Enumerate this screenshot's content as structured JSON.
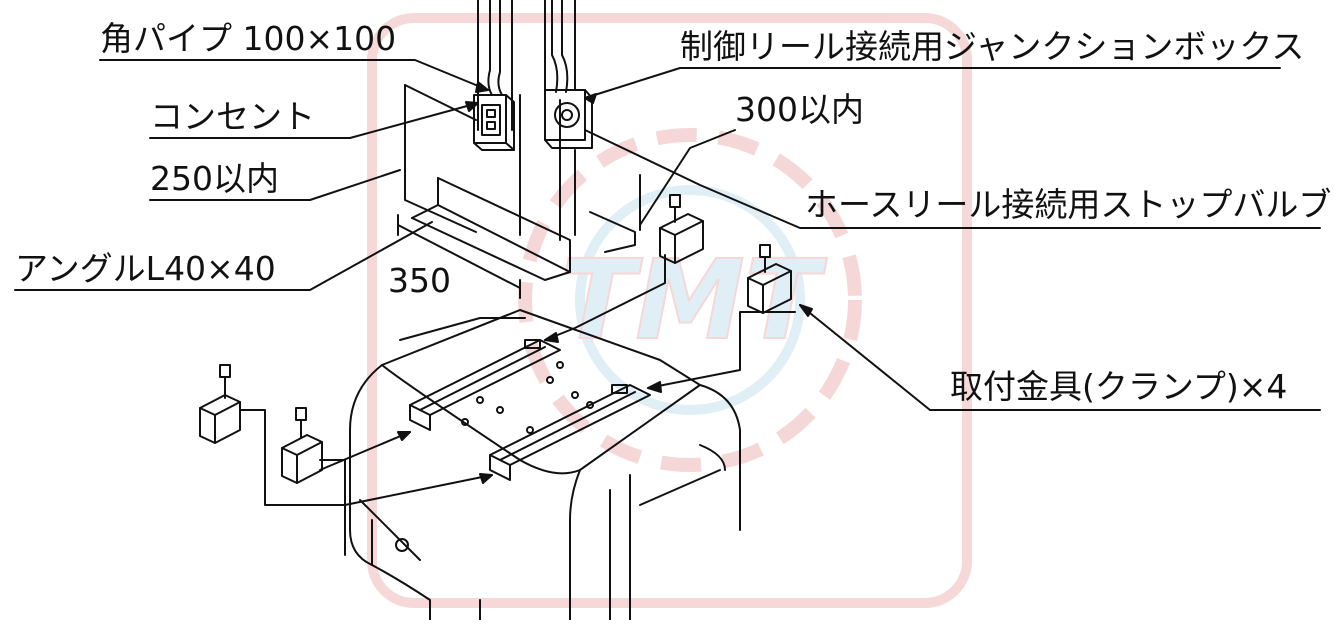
{
  "labels": {
    "square_pipe": "角パイプ 100×100",
    "outlet": "コンセント",
    "within_250": "250以内",
    "angle": "アングルL40×40",
    "dim_350": "350",
    "control_reel_box": "制御リール接続用ジャンクションボックス",
    "within_300": "300以内",
    "hose_reel_valve": "ホースリール接続用ストップバルブ",
    "clamp": "取付金具(クランプ)×4"
  },
  "watermark": {
    "text": "TMT",
    "color": "#e8a0a0",
    "accent": "#9ec8e8"
  },
  "colors": {
    "line": "#111111",
    "background": "#ffffff"
  }
}
